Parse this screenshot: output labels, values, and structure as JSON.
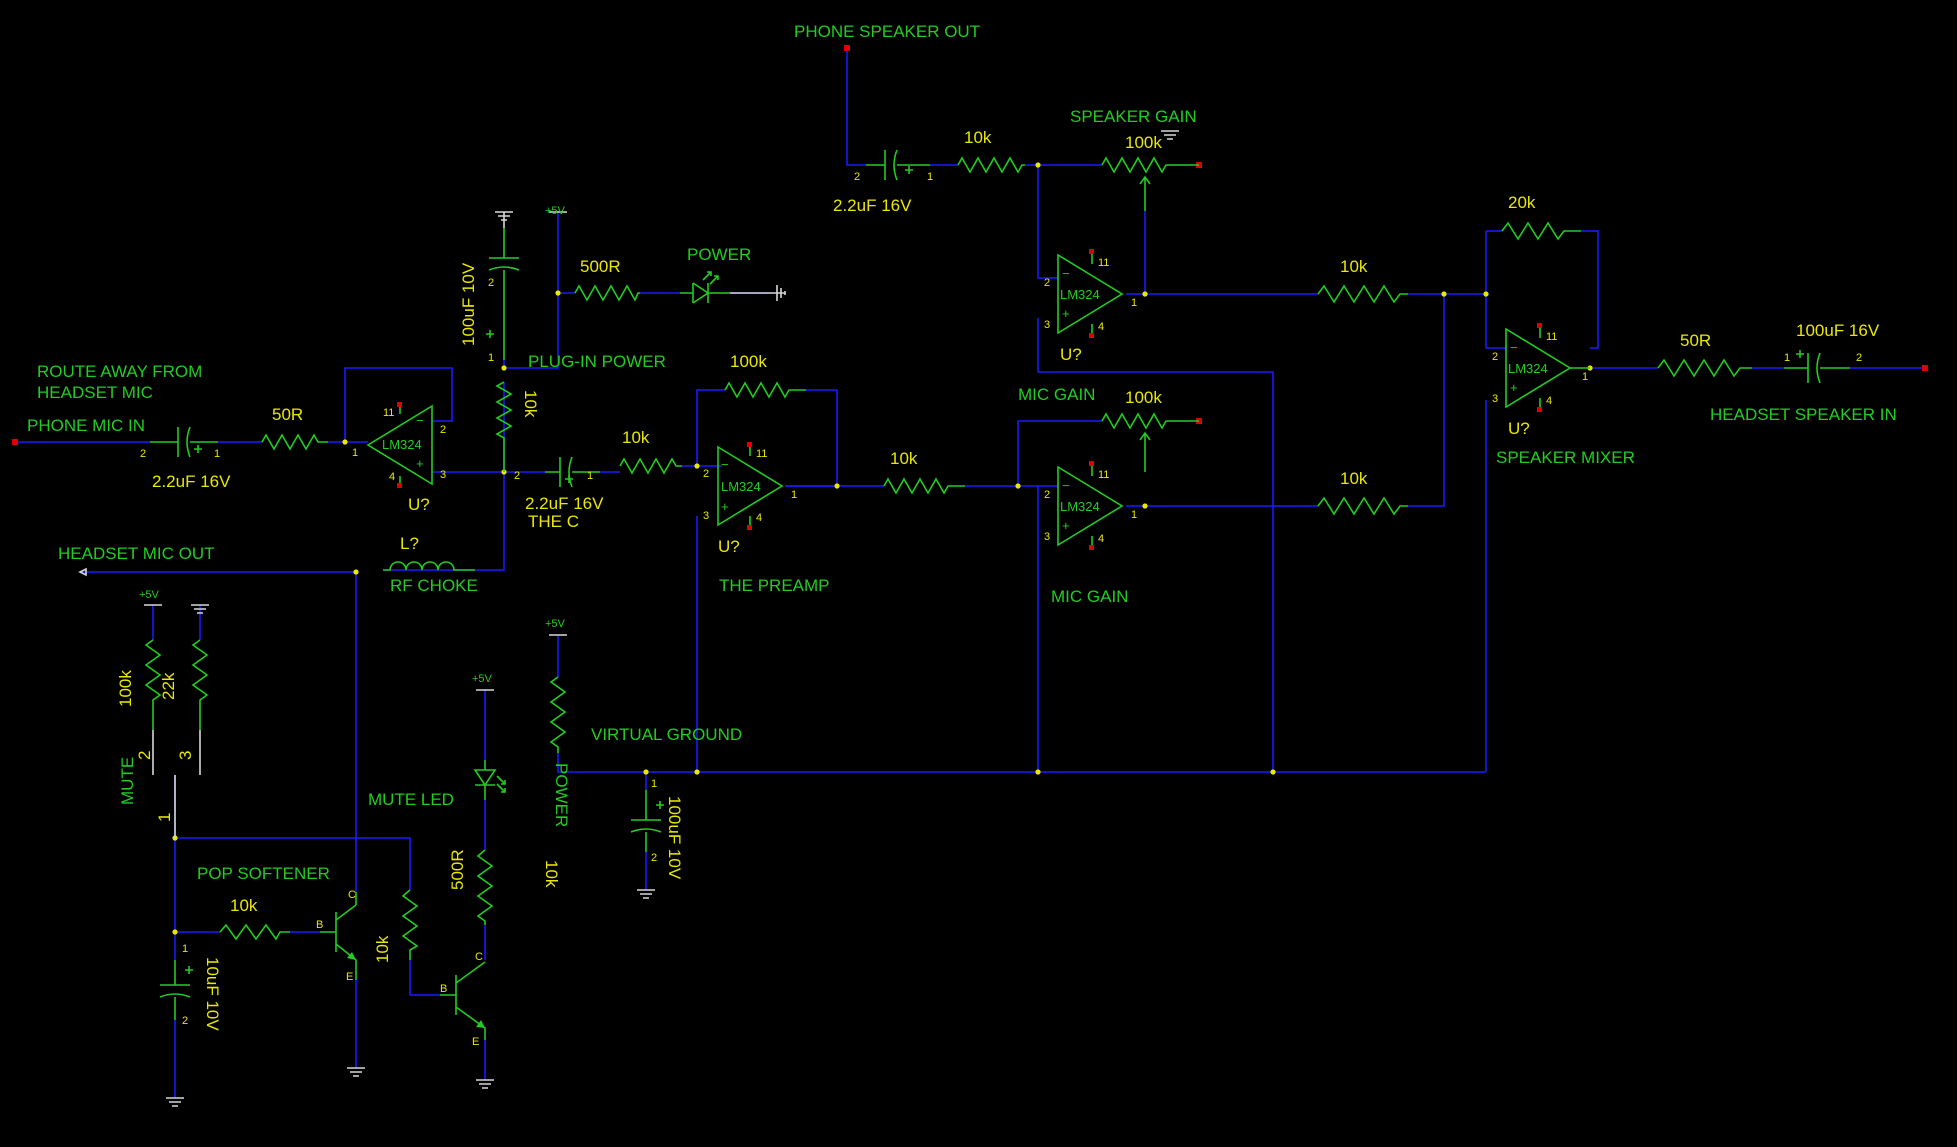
{
  "schematic": {
    "port_labels": {
      "phone_speaker_out": "PHONE SPEAKER OUT",
      "route_away": "ROUTE AWAY FROM",
      "headset_mic": "HEADSET MIC",
      "phone_mic_in": "PHONE MIC IN",
      "headset_mic_out": "HEADSET MIC OUT",
      "headset_speaker_in": "HEADSET SPEAKER IN"
    },
    "block_labels": {
      "speaker_gain": "SPEAKER GAIN",
      "power": "POWER",
      "plug_in_power": "PLUG-IN POWER",
      "the_c": "THE C",
      "the_preamp": "THE PREAMP",
      "mic_gain_pot": "MIC GAIN",
      "mic_gain": "MIC GAIN",
      "speaker_mixer": "SPEAKER MIXER",
      "rf_choke": "RF CHOKE",
      "virtual_ground": "VIRTUAL GROUND",
      "mute_led": "MUTE LED",
      "pop_softener": "POP SOFTENER",
      "mute": "MUTE"
    },
    "values": {
      "c_in": "2.2uF 16V",
      "r_in": "50R",
      "c_spk": "2.2uF 16V",
      "r_spk": "10k",
      "pot_spk": "100k",
      "c_bulk": "100uF 10V",
      "r_led": "500R",
      "r_bias": "10k",
      "c_preamp": "2.2uF 16V",
      "r_pre_in": "10k",
      "r_pre_fb": "100k",
      "r_gain_in": "10k",
      "pot_mic": "100k",
      "r_mix1": "10k",
      "r_mix2": "10k",
      "r_mix_fb": "20k",
      "r_out": "50R",
      "c_out": "100uF 16V",
      "choke": "L?",
      "r_mute1": "100k",
      "r_mute2": "22k",
      "r_pop": "10k",
      "c_pop": "10uF 10V",
      "r_led2": "500R",
      "r_base": "10k",
      "r_vg1": "10k",
      "c_vg": "100uF 10V"
    },
    "ic": {
      "part": "LM324",
      "ref": "U?",
      "minus": "−",
      "plus": "+"
    },
    "supplies": {
      "vcc": "+5V"
    },
    "pins": {
      "p1": "1",
      "p2": "2",
      "p3": "3",
      "p4": "4",
      "p11": "11",
      "b": "B",
      "c": "C",
      "e": "E",
      "plus": "+"
    }
  }
}
